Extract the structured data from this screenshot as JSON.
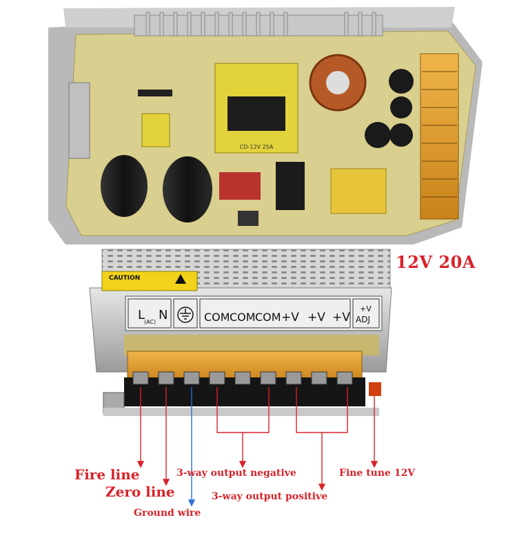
{
  "title": "12V 20A",
  "pcb": {
    "transformer_text": "CD-12V 25A"
  },
  "terminal_panel": {
    "caution_text": "CAUTION",
    "labels": {
      "l": "L",
      "ac": "(AC)",
      "n": "N",
      "com1": "COM",
      "com2": "COM",
      "com3": "COM",
      "v1": "+V",
      "v2": "+V",
      "v3": "+V",
      "adj_top": "+V",
      "adj_bottom": "ADJ"
    }
  },
  "annotations": {
    "fire_line": "Fire line",
    "zero_line": "Zero line",
    "ground_wire": "Ground wire",
    "output_negative": "3-way output negative",
    "output_positive": "3-way output positive",
    "fine_tune": "Fine tune 12V"
  },
  "colors": {
    "annotation_red": "#d8232a",
    "ground_blue": "#2a6fd6",
    "pcb": "#d9cf8e",
    "terminal_amber": "#e2a02c"
  }
}
